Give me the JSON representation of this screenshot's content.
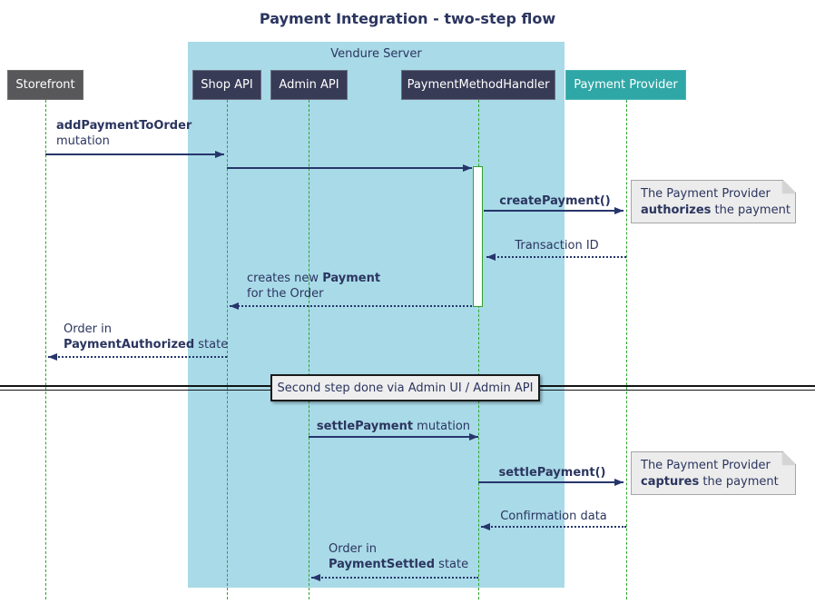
{
  "title": "Payment Integration - two-step flow",
  "container": {
    "label": "Vendure Server"
  },
  "participants": [
    {
      "id": "storefront",
      "label": "Storefront"
    },
    {
      "id": "shop-api",
      "label": "Shop API"
    },
    {
      "id": "admin-api",
      "label": "Admin API"
    },
    {
      "id": "payment-method-handler",
      "label": "PaymentMethodHandler"
    },
    {
      "id": "payment-provider",
      "label": "Payment Provider"
    }
  ],
  "messages": {
    "add_payment": {
      "bold": "addPaymentToOrder",
      "line2": "mutation"
    },
    "create_payment": {
      "bold": "createPayment()"
    },
    "transaction_id": {
      "text": "Transaction ID"
    },
    "creates_payment": {
      "pre": "creates new ",
      "bold": "Payment",
      "line2": "for the Order"
    },
    "order_authorized": {
      "line1": "Order in",
      "bold": "PaymentAuthorized",
      "after": " state"
    },
    "settle_mutation": {
      "bold": "settlePayment",
      "after": " mutation"
    },
    "settle_call": {
      "bold": "settlePayment()"
    },
    "confirmation": {
      "text": "Confirmation data"
    },
    "order_settled": {
      "line1": "Order in",
      "bold": "PaymentSettled",
      "after": " state"
    }
  },
  "notes": {
    "authorize": {
      "line1": "The Payment Provider",
      "bold": "authorizes",
      "after": " the payment"
    },
    "capture": {
      "line1": "The Payment Provider",
      "bold": "captures",
      "after": " the payment"
    }
  },
  "divider": {
    "label": "Second step done via Admin UI / Admin API"
  },
  "colors": {
    "container-bg": "#A9DAE8",
    "participant-bg": "#383B56",
    "participant-text": "#FFFFFF",
    "storefront-bg": "#58585A",
    "provider-bg": "#30A7A7",
    "lifeline": "#2DA42D",
    "arrow": "#26366B",
    "text": "#2B355F",
    "note-bg": "#ECECEC",
    "note-border": "#A6A6A6",
    "divider-line": "#141414",
    "divider-box-bg": "#EEEEEE"
  }
}
